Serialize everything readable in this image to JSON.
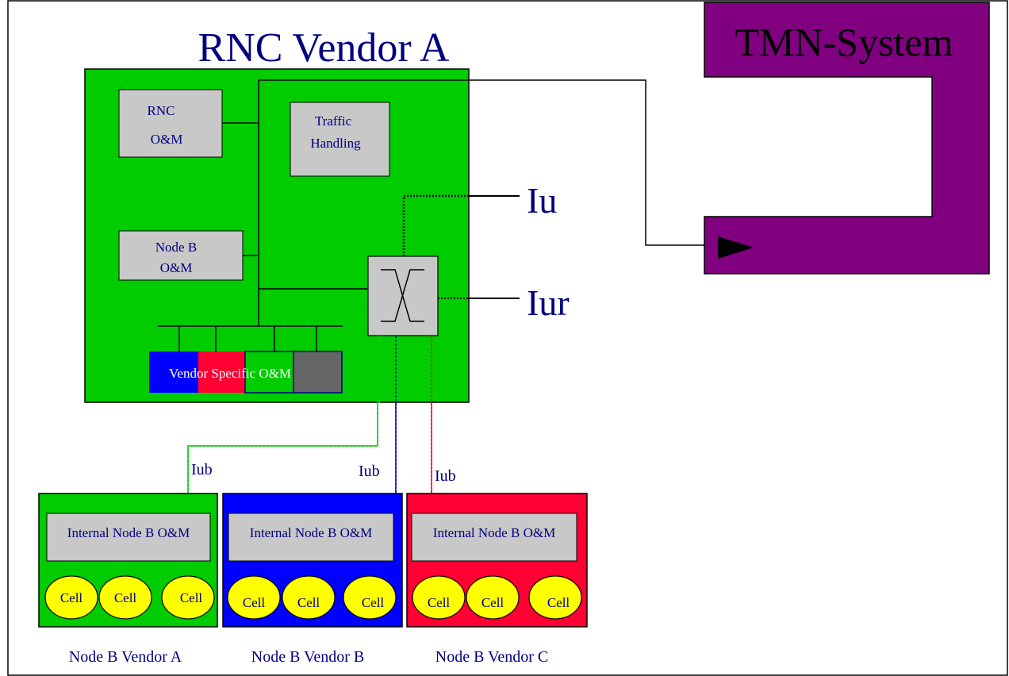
{
  "rnc": {
    "title": "RNC Vendor A",
    "rnc_om_line1": "RNC",
    "rnc_om_line2": "O&M",
    "traffic_line1": "Traffic",
    "traffic_line2": "Handling",
    "nodeb_om_line1": "Node B",
    "nodeb_om_line2": "O&M",
    "vendor_specific_om": "Vendor Specific O&M"
  },
  "tmn": {
    "title": "TMN-System"
  },
  "interfaces": {
    "iu": "Iu",
    "iur": "Iur",
    "iub": "Iub"
  },
  "node_bs": [
    {
      "internal_om": "Internal Node B O&M",
      "cells": [
        "Cell",
        "Cell",
        "Cell"
      ],
      "caption": "Node B Vendor A"
    },
    {
      "internal_om": "Internal Node B O&M",
      "cells": [
        "Cell",
        "Cell",
        "Cell"
      ],
      "caption": "Node B Vendor B"
    },
    {
      "internal_om": "Internal Node B O&M",
      "cells": [
        "Cell",
        "Cell",
        "Cell"
      ],
      "caption": "Node B Vendor C"
    }
  ],
  "colors": {
    "green": "#00CC00",
    "blue": "#0000FF",
    "red": "#FF0033",
    "purple": "#800080",
    "grey_box": "#C8C8C8",
    "dark_grey": "#666666",
    "cell_yellow": "#FFFF00",
    "text_navy": "#000080"
  }
}
